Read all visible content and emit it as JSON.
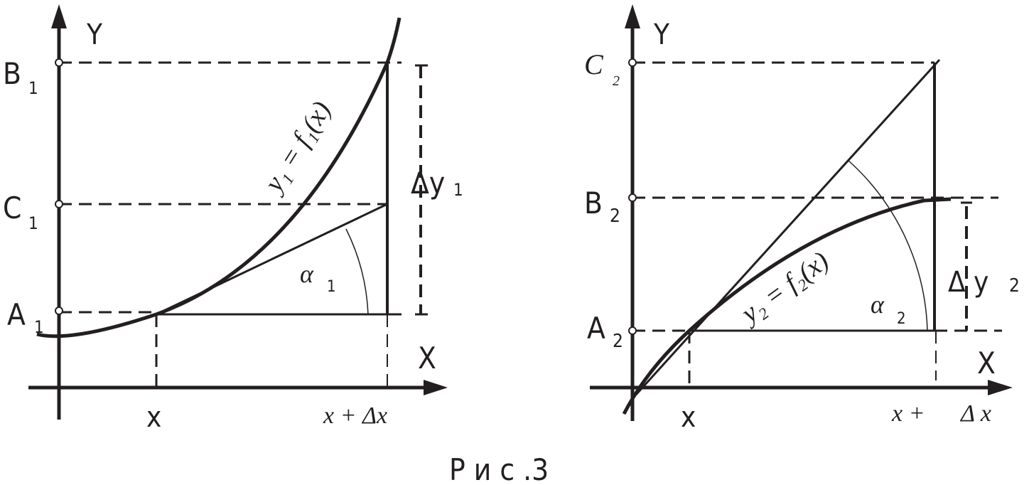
{
  "colors": {
    "ink": "#231f20",
    "background": "#ffffff"
  },
  "left": {
    "y_axis": "Y",
    "x_axis": "X",
    "B": "B",
    "B_sub": "1",
    "C": "C",
    "C_sub": "1",
    "A": "A",
    "A_sub": "1",
    "delta_y": "Δy",
    "delta_y_sub": "1",
    "alpha": "α",
    "alpha_sub": "1",
    "x_tick": "x",
    "x_dx": "x +  Δx",
    "curve_label": "y₁ = f₁(x)"
  },
  "right": {
    "y_axis": "Y",
    "x_axis": "X",
    "C": "C",
    "C_sub": "2",
    "B": "B",
    "B_sub": "2",
    "A": "A",
    "A_sub": "2",
    "delta_y": "Δ y",
    "delta_y_sub": "2",
    "alpha": "α",
    "alpha_sub": "2",
    "x_tick": "x",
    "x_plus": "x +",
    "delta_x": "Δ x",
    "curve_label": "y₂ = f₂(x)"
  },
  "caption": "Р и с .3"
}
